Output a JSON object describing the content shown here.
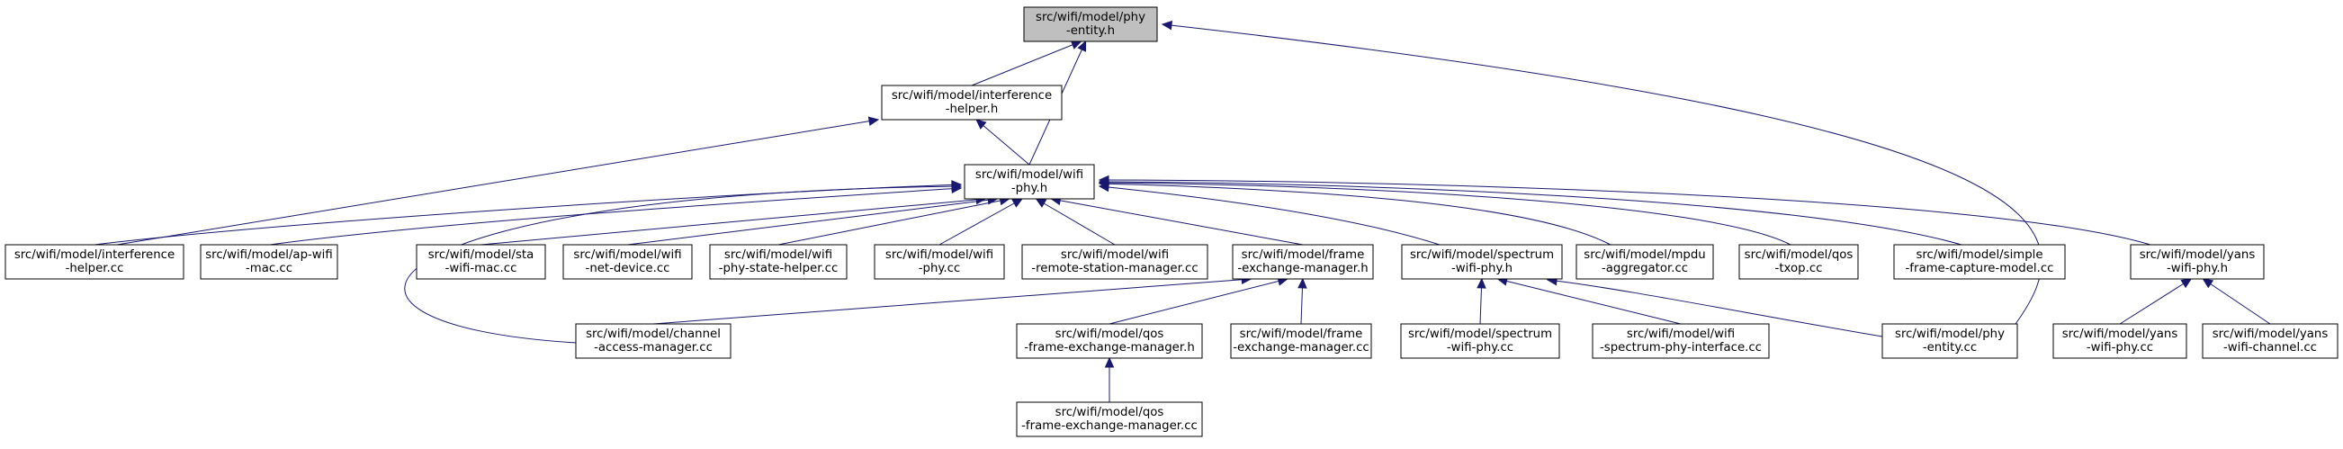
{
  "nodes": {
    "phy_entity_h": {
      "lines": [
        "src/wifi/model/phy",
        "-entity.h"
      ],
      "highlight": true
    },
    "interference_helper_h": {
      "lines": [
        "src/wifi/model/interference",
        "-helper.h"
      ]
    },
    "wifi_phy_h": {
      "lines": [
        "src/wifi/model/wifi",
        "-phy.h"
      ]
    },
    "interference_helper_cc": {
      "lines": [
        "src/wifi/model/interference",
        "-helper.cc"
      ]
    },
    "ap_wifi_mac_cc": {
      "lines": [
        "src/wifi/model/ap-wifi",
        "-mac.cc"
      ]
    },
    "sta_wifi_mac_cc": {
      "lines": [
        "src/wifi/model/sta",
        "-wifi-mac.cc"
      ]
    },
    "wifi_net_device_cc": {
      "lines": [
        "src/wifi/model/wifi",
        "-net-device.cc"
      ]
    },
    "wifi_phy_state_helper_cc": {
      "lines": [
        "src/wifi/model/wifi",
        "-phy-state-helper.cc"
      ]
    },
    "wifi_phy_cc": {
      "lines": [
        "src/wifi/model/wifi",
        "-phy.cc"
      ]
    },
    "wifi_remote_station_manager_cc": {
      "lines": [
        "src/wifi/model/wifi",
        "-remote-station-manager.cc"
      ]
    },
    "frame_exchange_manager_h": {
      "lines": [
        "src/wifi/model/frame",
        "-exchange-manager.h"
      ]
    },
    "spectrum_wifi_phy_h": {
      "lines": [
        "src/wifi/model/spectrum",
        "-wifi-phy.h"
      ]
    },
    "mpdu_aggregator_cc": {
      "lines": [
        "src/wifi/model/mpdu",
        "-aggregator.cc"
      ]
    },
    "qos_txop_cc": {
      "lines": [
        "src/wifi/model/qos",
        "-txop.cc"
      ]
    },
    "simple_frame_capture_model_cc": {
      "lines": [
        "src/wifi/model/simple",
        "-frame-capture-model.cc"
      ]
    },
    "yans_wifi_phy_h": {
      "lines": [
        "src/wifi/model/yans",
        "-wifi-phy.h"
      ]
    },
    "channel_access_manager_cc": {
      "lines": [
        "src/wifi/model/channel",
        "-access-manager.cc"
      ]
    },
    "qos_frame_exchange_manager_h": {
      "lines": [
        "src/wifi/model/qos",
        "-frame-exchange-manager.h"
      ]
    },
    "frame_exchange_manager_cc": {
      "lines": [
        "src/wifi/model/frame",
        "-exchange-manager.cc"
      ]
    },
    "spectrum_wifi_phy_cc": {
      "lines": [
        "src/wifi/model/spectrum",
        "-wifi-phy.cc"
      ]
    },
    "wifi_spectrum_phy_interface_cc": {
      "lines": [
        "src/wifi/model/wifi",
        "-spectrum-phy-interface.cc"
      ]
    },
    "phy_entity_cc": {
      "lines": [
        "src/wifi/model/phy",
        "-entity.cc"
      ]
    },
    "yans_wifi_phy_cc": {
      "lines": [
        "src/wifi/model/yans",
        "-wifi-phy.cc"
      ]
    },
    "yans_wifi_channel_cc": {
      "lines": [
        "src/wifi/model/yans",
        "-wifi-channel.cc"
      ]
    },
    "qos_frame_exchange_manager_cc": {
      "lines": [
        "src/wifi/model/qos",
        "-frame-exchange-manager.cc"
      ]
    }
  },
  "edges": [
    [
      "interference_helper_h",
      "phy_entity_h"
    ],
    [
      "wifi_phy_h",
      "phy_entity_h"
    ],
    [
      "phy_entity_cc",
      "phy_entity_h"
    ],
    [
      "wifi_phy_h",
      "interference_helper_h"
    ],
    [
      "interference_helper_cc",
      "interference_helper_h"
    ],
    [
      "interference_helper_cc",
      "wifi_phy_h"
    ],
    [
      "ap_wifi_mac_cc",
      "wifi_phy_h"
    ],
    [
      "sta_wifi_mac_cc",
      "wifi_phy_h"
    ],
    [
      "wifi_net_device_cc",
      "wifi_phy_h"
    ],
    [
      "wifi_phy_state_helper_cc",
      "wifi_phy_h"
    ],
    [
      "wifi_phy_cc",
      "wifi_phy_h"
    ],
    [
      "wifi_remote_station_manager_cc",
      "wifi_phy_h"
    ],
    [
      "frame_exchange_manager_h",
      "wifi_phy_h"
    ],
    [
      "spectrum_wifi_phy_h",
      "wifi_phy_h"
    ],
    [
      "mpdu_aggregator_cc",
      "wifi_phy_h"
    ],
    [
      "qos_txop_cc",
      "wifi_phy_h"
    ],
    [
      "simple_frame_capture_model_cc",
      "wifi_phy_h"
    ],
    [
      "yans_wifi_phy_h",
      "wifi_phy_h"
    ],
    [
      "channel_access_manager_cc",
      "wifi_phy_h"
    ],
    [
      "channel_access_manager_cc",
      "frame_exchange_manager_h"
    ],
    [
      "qos_frame_exchange_manager_h",
      "frame_exchange_manager_h"
    ],
    [
      "frame_exchange_manager_cc",
      "frame_exchange_manager_h"
    ],
    [
      "spectrum_wifi_phy_cc",
      "spectrum_wifi_phy_h"
    ],
    [
      "wifi_spectrum_phy_interface_cc",
      "spectrum_wifi_phy_h"
    ],
    [
      "phy_entity_cc",
      "spectrum_wifi_phy_h"
    ],
    [
      "yans_wifi_phy_cc",
      "yans_wifi_phy_h"
    ],
    [
      "yans_wifi_channel_cc",
      "yans_wifi_phy_h"
    ],
    [
      "qos_frame_exchange_manager_cc",
      "qos_frame_exchange_manager_h"
    ]
  ],
  "colors": {
    "edge": "#191970",
    "node_fill": "#ffffff",
    "node_highlight_fill": "#bfbfbf",
    "node_border": "#000000"
  }
}
